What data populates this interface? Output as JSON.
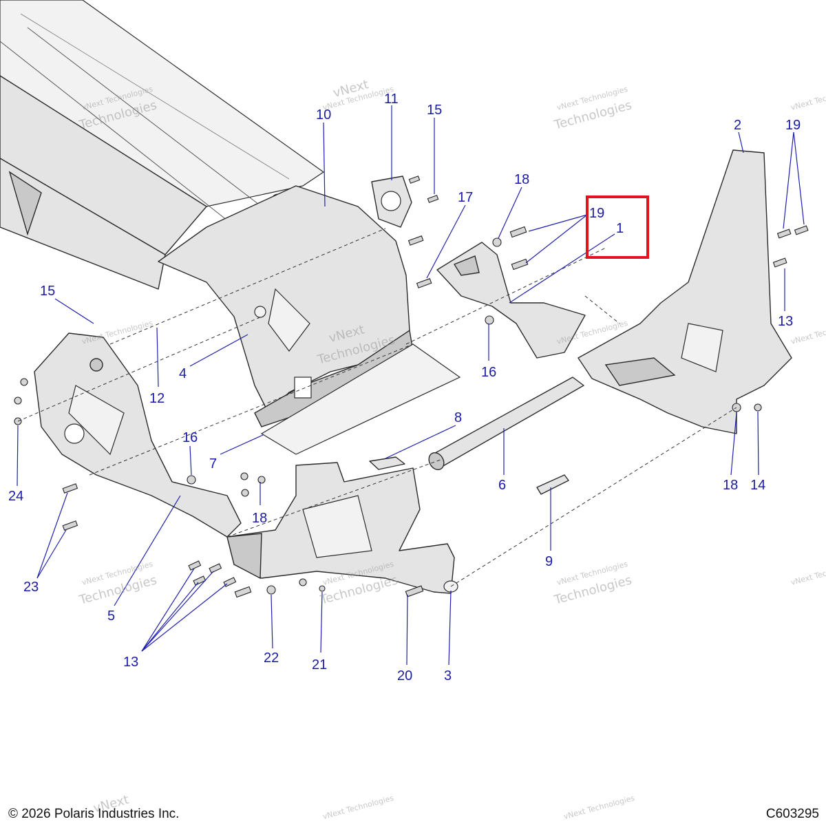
{
  "footer": {
    "copyright": "© 2026 Polaris Industries Inc.",
    "drawing_code": "C603295"
  },
  "watermark": {
    "line1": "vNext Technologies",
    "line2_a": "vNext",
    "line2_b": "Technologies"
  },
  "callouts": [
    {
      "label": "11"
    },
    {
      "label": "15"
    },
    {
      "label": "10"
    },
    {
      "label": "2"
    },
    {
      "label": "19"
    },
    {
      "label": "18"
    },
    {
      "label": "17"
    },
    {
      "label": "19"
    },
    {
      "label": "1"
    },
    {
      "label": "15"
    },
    {
      "label": "13"
    },
    {
      "label": "4"
    },
    {
      "label": "12"
    },
    {
      "label": "16"
    },
    {
      "label": "8"
    },
    {
      "label": "16"
    },
    {
      "label": "7"
    },
    {
      "label": "6"
    },
    {
      "label": "18"
    },
    {
      "label": "14"
    },
    {
      "label": "24"
    },
    {
      "label": "18"
    },
    {
      "label": "9"
    },
    {
      "label": "23"
    },
    {
      "label": "5"
    },
    {
      "label": "13"
    },
    {
      "label": "22"
    },
    {
      "label": "21"
    },
    {
      "label": "20"
    },
    {
      "label": "3"
    }
  ],
  "colors": {
    "callout": "#1a1aa8",
    "highlight": "#e0141e"
  }
}
